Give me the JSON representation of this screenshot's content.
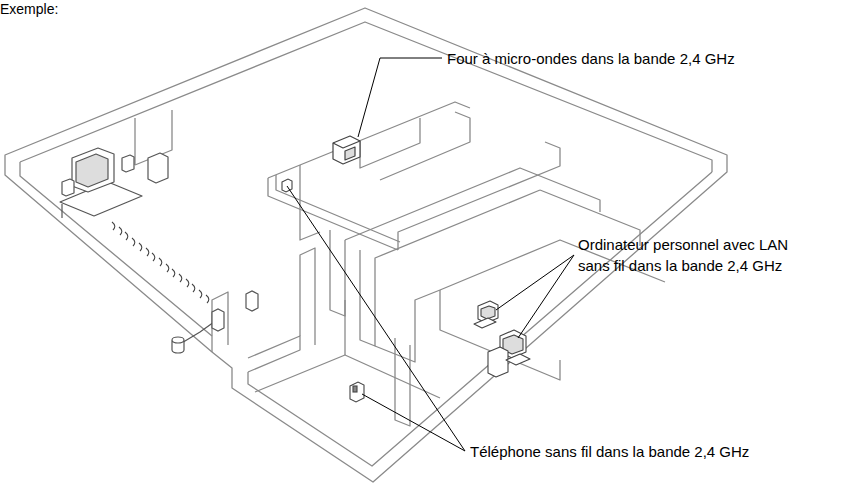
{
  "diagram": {
    "title": "Exemple:",
    "labels": [
      "Four à micro-ondes dans la bande 2,4 GHz",
      "Ordinateur personnel avec LAN sans fil dans la bande 2,4 GHz",
      "Téléphone sans fil dans la bande 2,4 GHz"
    ]
  }
}
